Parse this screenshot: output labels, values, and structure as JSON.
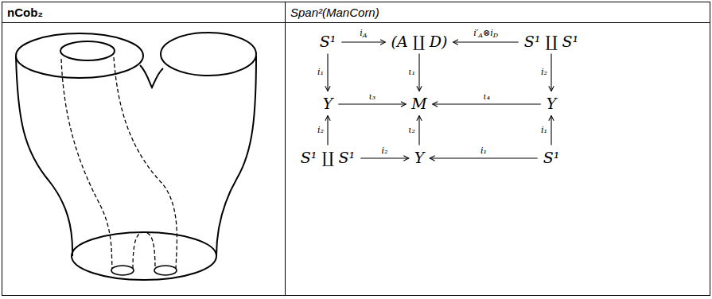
{
  "diagram": {
    "nodes": [
      {
        "text": [
          "nCob₂"
        ]
      },
      {
        "text": [
          "Span²(ManCorn)"
        ]
      },
      {
        "text": [
          "S¹"
        ]
      },
      {
        "text": [
          "(A ∐ D)"
        ]
      },
      {
        "text": [
          "S¹ ∐ S¹"
        ]
      },
      {
        "text": [
          "Y"
        ]
      },
      {
        "text": [
          "M"
        ]
      },
      {
        "text": [
          "Y"
        ]
      },
      {
        "text": [
          "S¹ ∐ S¹"
        ]
      },
      {
        "text": [
          "Y"
        ]
      },
      {
        "text": [
          "S¹"
        ]
      }
    ],
    "edges": [
      {
        "from": 2,
        "to": 3,
        "label": "iA",
        "arrow": "to"
      },
      {
        "from": 4,
        "to": 3,
        "label": "i′A⊗iD",
        "arrow": "to"
      },
      {
        "from": 2,
        "to": 5,
        "label": "i₁",
        "arrow": "to"
      },
      {
        "from": 3,
        "to": 6,
        "label": "ι₁",
        "arrow": "to"
      },
      {
        "from": 4,
        "to": 7,
        "label": "i₂",
        "arrow": "to"
      },
      {
        "from": 5,
        "to": 6,
        "label": "ι₃",
        "arrow": "to"
      },
      {
        "from": 7,
        "to": 6,
        "label": "ι₄",
        "arrow": "to"
      },
      {
        "from": 8,
        "to": 5,
        "label": "i₂",
        "arrow": "to"
      },
      {
        "from": 9,
        "to": 6,
        "label": "ι₂",
        "arrow": "to"
      },
      {
        "from": 10,
        "to": 7,
        "label": "i₁",
        "arrow": "to"
      },
      {
        "from": 8,
        "to": 9,
        "label": "i₂",
        "arrow": "to"
      },
      {
        "from": 10,
        "to": 9,
        "label": "i₁",
        "arrow": "to"
      }
    ]
  }
}
